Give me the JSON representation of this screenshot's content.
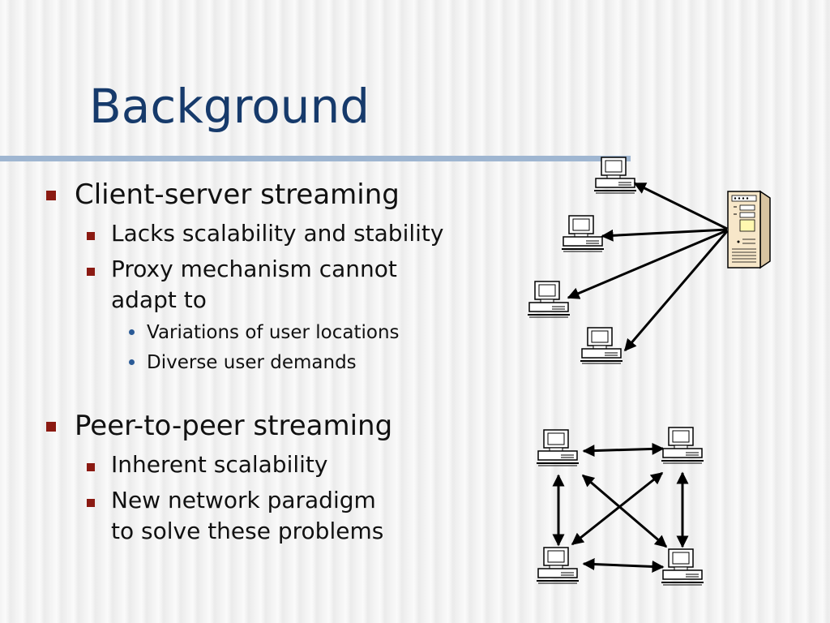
{
  "slide": {
    "title": "Background",
    "sections": [
      {
        "heading": "Client-server streaming",
        "items": [
          {
            "text": "Lacks scalability and stability"
          },
          {
            "text_lines": [
              "Proxy mechanism cannot",
              "adapt to"
            ],
            "subitems": [
              "Variations of user locations",
              "Diverse user demands"
            ]
          }
        ]
      },
      {
        "heading": "Peer-to-peer streaming",
        "items": [
          {
            "text": "Inherent scalability"
          },
          {
            "text_lines": [
              "New network paradigm",
              "to solve these problems"
            ]
          }
        ]
      }
    ]
  },
  "colors": {
    "title": "#163a6b",
    "rule": "#9fb6d1",
    "bullet_square": "#8b1a12",
    "bullet_dot": "#2a5a96",
    "server_body": "#f7e7c9"
  },
  "icons": {
    "server": "server-tower-icon",
    "client": "desktop-computer-icon"
  }
}
